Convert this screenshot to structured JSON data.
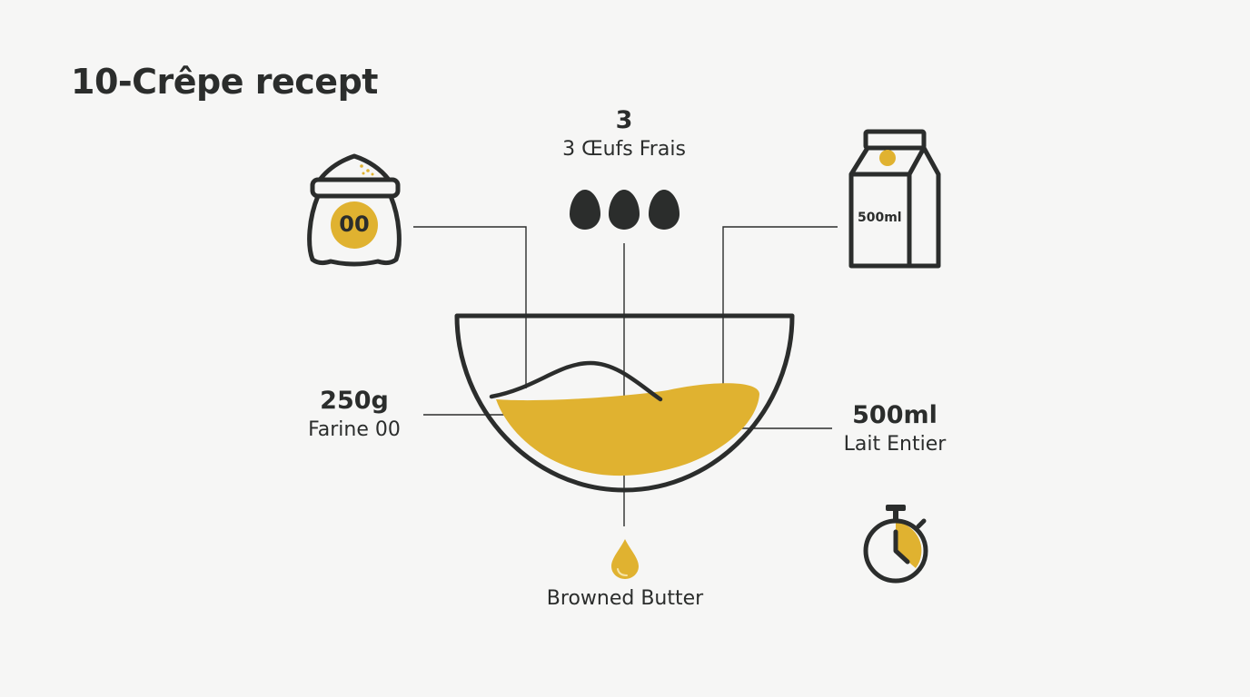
{
  "title": "10-Crêpe recept",
  "ingredients": {
    "flour": {
      "quantity": "250g",
      "name": "Farine 00",
      "bag_code": "00",
      "icon": "flour-sack-icon"
    },
    "eggs": {
      "quantity": "3",
      "name": "3 Œufs Frais",
      "count": 3,
      "icon": "egg-icon"
    },
    "milk": {
      "quantity": "500ml",
      "name": "Lait Entier",
      "carton_label": "500ml",
      "icon": "milk-carton-icon"
    },
    "butter": {
      "name": "Browned Butter",
      "icon": "butter-drop-icon"
    }
  },
  "timer": {
    "icon": "stopwatch-icon"
  },
  "bowl": {
    "icon": "mixing-bowl-icon"
  },
  "colors": {
    "background": "#f6f6f5",
    "ink": "#2b2d2c",
    "accent": "#e0b230"
  }
}
